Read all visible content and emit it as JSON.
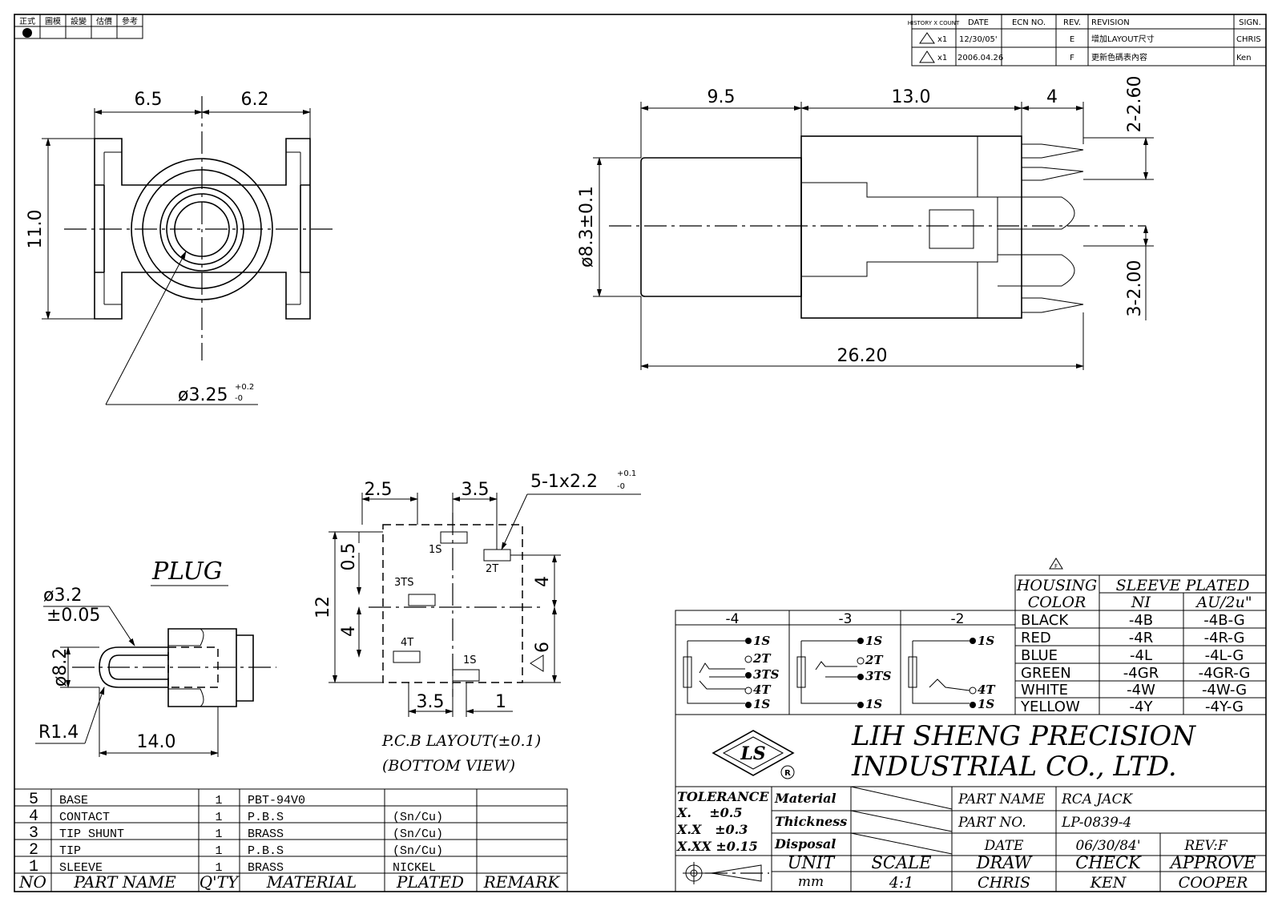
{
  "corner_box": {
    "headers": [
      "正式",
      "圖模",
      "設變",
      "估價",
      "參考"
    ]
  },
  "history": {
    "headers": {
      "count": "HISTORY X COUNT",
      "date": "DATE",
      "ecn": "ECN NO.",
      "rev": "REV.",
      "revision": "REVISION",
      "sign": "SIGN."
    },
    "rows": [
      {
        "count": "x1",
        "date": "12/30/05'",
        "ecn": "",
        "rev": "E",
        "revision": "增加LAYOUT尺寸",
        "sign": "CHRIS"
      },
      {
        "count": "x1",
        "date": "2006.04.26",
        "ecn": "",
        "rev": "F",
        "revision": "更新色碼表內容",
        "sign": "Ken"
      }
    ]
  },
  "front_view": {
    "dim_left_width": "6.5",
    "dim_right_width": "6.2",
    "dim_height": "11.0",
    "hole_dia": "ø3.25",
    "hole_tol_plus": "+0.2",
    "hole_tol_minus": "-0"
  },
  "side_view": {
    "dim_a": "9.5",
    "dim_b": "13.0",
    "dim_c": "4",
    "dim_total": "26.20",
    "dim_dia": "ø8.3±0.1",
    "dim_pin_top": "2-2.60",
    "dim_pin_bottom": "3-2.00"
  },
  "plug": {
    "title": "PLUG",
    "dia1": "ø3.2",
    "dia1_tol": "±0.05",
    "dia2": "ø8.2",
    "radius": "R1.4",
    "length": "14.0"
  },
  "pcb": {
    "dim_top_left": "2.5",
    "dim_top_right": "3.5",
    "slot_label": "5-1x2.2",
    "slot_tol_plus": "+0.1",
    "slot_tol_minus": "-0",
    "dim_left_top": "0.5",
    "dim_left_total": "12",
    "dim_left_bottom": "4",
    "dim_right_top": "4",
    "dim_right_bottom": "6",
    "dim_bottom_left": "3.5",
    "dim_bottom_right": "1",
    "pad_1s_top": "1S",
    "pad_2t": "2T",
    "pad_3ts": "3TS",
    "pad_4t": "4T",
    "pad_1s_bottom": "1S",
    "caption_1": "P.C.B LAYOUT(±0.1)",
    "caption_2": "(BOTTOM VIEW)"
  },
  "schematics": {
    "headers": [
      "-4",
      "-3",
      "-2"
    ],
    "pins_4": [
      "1S",
      "2T",
      "3TS",
      "4T",
      "1S"
    ],
    "pins_3": [
      "1S",
      "2T",
      "3TS",
      "1S"
    ],
    "pins_2": [
      "1S",
      "4T",
      "1S"
    ]
  },
  "color_table": {
    "revision_mark": "F",
    "head_housing": "HOUSING",
    "head_color": "COLOR",
    "head_sleeve_plated": "SLEEVE  PLATED",
    "head_ni": "NI",
    "head_au": "AU/2u\"",
    "rows": [
      {
        "color": "BLACK",
        "ni": "-4B",
        "au": "-4B-G"
      },
      {
        "color": "RED",
        "ni": "-4R",
        "au": "-4R-G"
      },
      {
        "color": "BLUE",
        "ni": "-4L",
        "au": "-4L-G"
      },
      {
        "color": "GREEN",
        "ni": "-4GR",
        "au": "-4GR-G"
      },
      {
        "color": "WHITE",
        "ni": "-4W",
        "au": "-4W-G"
      },
      {
        "color": "YELLOW",
        "ni": "-4Y",
        "au": "-4Y-G"
      }
    ]
  },
  "company": {
    "logo": "LS",
    "name_line1": "LIH  SHENG  PRECISION",
    "name_line2": "INDUSTRIAL  CO.,  LTD."
  },
  "title_block": {
    "tolerance_label": "TOLERANCE",
    "tol_x": "X.    ±0.5",
    "tol_xx": "X.X   ±0.3",
    "tol_xxx": "X.XX ±0.15",
    "material_label": "Material",
    "thickness_label": "Thickness",
    "disposal_label": "Disposal",
    "part_name_label": "PART NAME",
    "part_name": "RCA JACK",
    "part_no_label": "PART NO.",
    "part_no": "LP-0839-4",
    "date_label": "DATE",
    "date": "06/30/84'",
    "rev": "REV:F",
    "unit_label": "UNIT",
    "unit": "mm",
    "scale_label": "SCALE",
    "scale": "4:1",
    "draw_label": "DRAW",
    "draw": "CHRIS",
    "check_label": "CHECK",
    "check": "KEN",
    "approve_label": "APPROVE",
    "approve": "COOPER"
  },
  "bom": {
    "headers": {
      "no": "NO",
      "part": "PART NAME",
      "qty": "Q'TY",
      "material": "MATERIAL",
      "plated": "PLATED",
      "remark": "REMARK"
    },
    "rows": [
      {
        "no": "5",
        "part": "BASE",
        "qty": "1",
        "material": "PBT-94V0",
        "plated": "",
        "remark": ""
      },
      {
        "no": "4",
        "part": "CONTACT",
        "qty": "1",
        "material": "P.B.S",
        "plated": "(Sn/Cu)",
        "remark": ""
      },
      {
        "no": "3",
        "part": "TIP SHUNT",
        "qty": "1",
        "material": "BRASS",
        "plated": "(Sn/Cu)",
        "remark": ""
      },
      {
        "no": "2",
        "part": "TIP",
        "qty": "1",
        "material": "P.B.S",
        "plated": "(Sn/Cu)",
        "remark": ""
      },
      {
        "no": "1",
        "part": "SLEEVE",
        "qty": "1",
        "material": "BRASS",
        "plated": "NICKEL",
        "remark": ""
      }
    ]
  }
}
